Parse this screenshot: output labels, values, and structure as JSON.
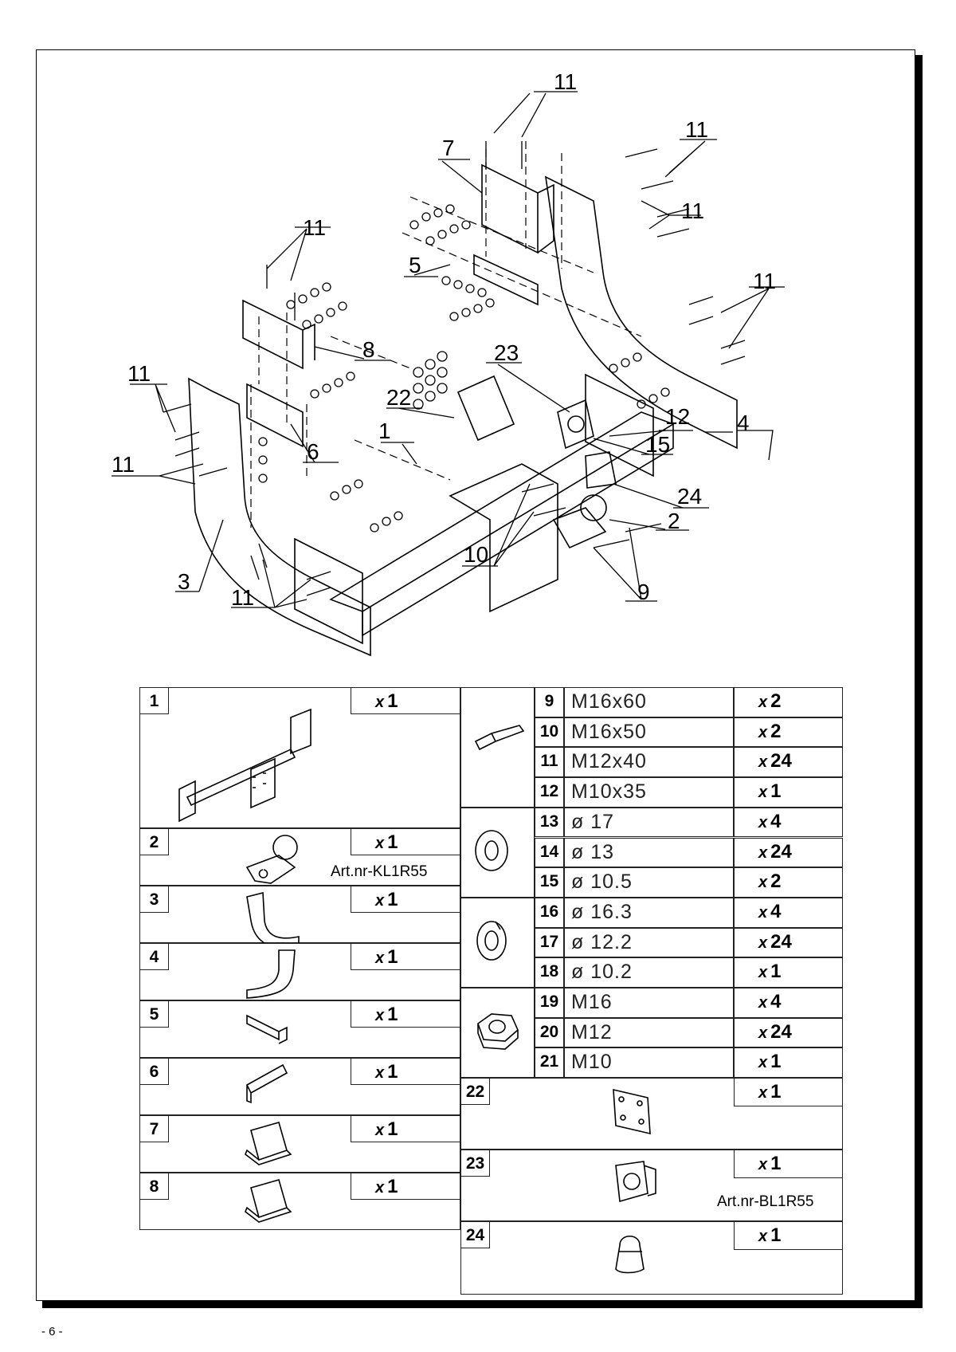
{
  "page": {
    "number": "- 6 -"
  },
  "diagram": {
    "callouts": [
      "11",
      "11",
      "7",
      "11",
      "11",
      "5",
      "11",
      "8",
      "23",
      "11",
      "22",
      "1",
      "12",
      "4",
      "15",
      "6",
      "11",
      "24",
      "2",
      "10",
      "3",
      "11",
      "9"
    ]
  },
  "parts_left": [
    {
      "no": "1",
      "qty": "1",
      "art": "",
      "icon": "crossbar-icon"
    },
    {
      "no": "2",
      "qty": "1",
      "art": "Art.nr-KL1R55",
      "icon": "towball-icon"
    },
    {
      "no": "3",
      "qty": "1",
      "art": "",
      "icon": "left-bracket-icon"
    },
    {
      "no": "4",
      "qty": "1",
      "art": "",
      "icon": "right-bracket-icon"
    },
    {
      "no": "5",
      "qty": "1",
      "art": "",
      "icon": "small-angle-bracket-icon"
    },
    {
      "no": "6",
      "qty": "1",
      "art": "",
      "icon": "angle-plate-icon"
    },
    {
      "no": "7",
      "qty": "1",
      "art": "",
      "icon": "mount-plate-icon"
    },
    {
      "no": "8",
      "qty": "1",
      "art": "",
      "icon": "mount-plate-icon"
    }
  ],
  "hardware": [
    {
      "no": "9",
      "spec": "M16x60",
      "qty": "2"
    },
    {
      "no": "10",
      "spec": "M16x50",
      "qty": "2"
    },
    {
      "no": "11",
      "spec": "M12x40",
      "qty": "24"
    },
    {
      "no": "12",
      "spec": "M10x35",
      "qty": "1"
    },
    {
      "no": "13",
      "spec": "ø 17",
      "qty": "4"
    },
    {
      "no": "14",
      "spec": "ø 13",
      "qty": "24"
    },
    {
      "no": "15",
      "spec": "ø 10.5",
      "qty": "2"
    },
    {
      "no": "16",
      "spec": "ø 16.3",
      "qty": "4"
    },
    {
      "no": "17",
      "spec": "ø 12.2",
      "qty": "24"
    },
    {
      "no": "18",
      "spec": "ø 10.2",
      "qty": "1"
    },
    {
      "no": "19",
      "spec": "M16",
      "qty": "4"
    },
    {
      "no": "20",
      "spec": "M12",
      "qty": "24"
    },
    {
      "no": "21",
      "spec": "M10",
      "qty": "1"
    }
  ],
  "parts_right": [
    {
      "no": "22",
      "qty": "1",
      "art": "",
      "icon": "plate-icon"
    },
    {
      "no": "23",
      "qty": "1",
      "art": "Art.nr-BL1R55",
      "icon": "socket-plate-icon"
    },
    {
      "no": "24",
      "qty": "1",
      "art": "",
      "icon": "ball-cover-icon"
    }
  ],
  "qty_prefix": "x",
  "hardware_icons": [
    "bolt-icon",
    "flat-washer-icon",
    "spring-washer-icon",
    "hex-nut-icon"
  ]
}
